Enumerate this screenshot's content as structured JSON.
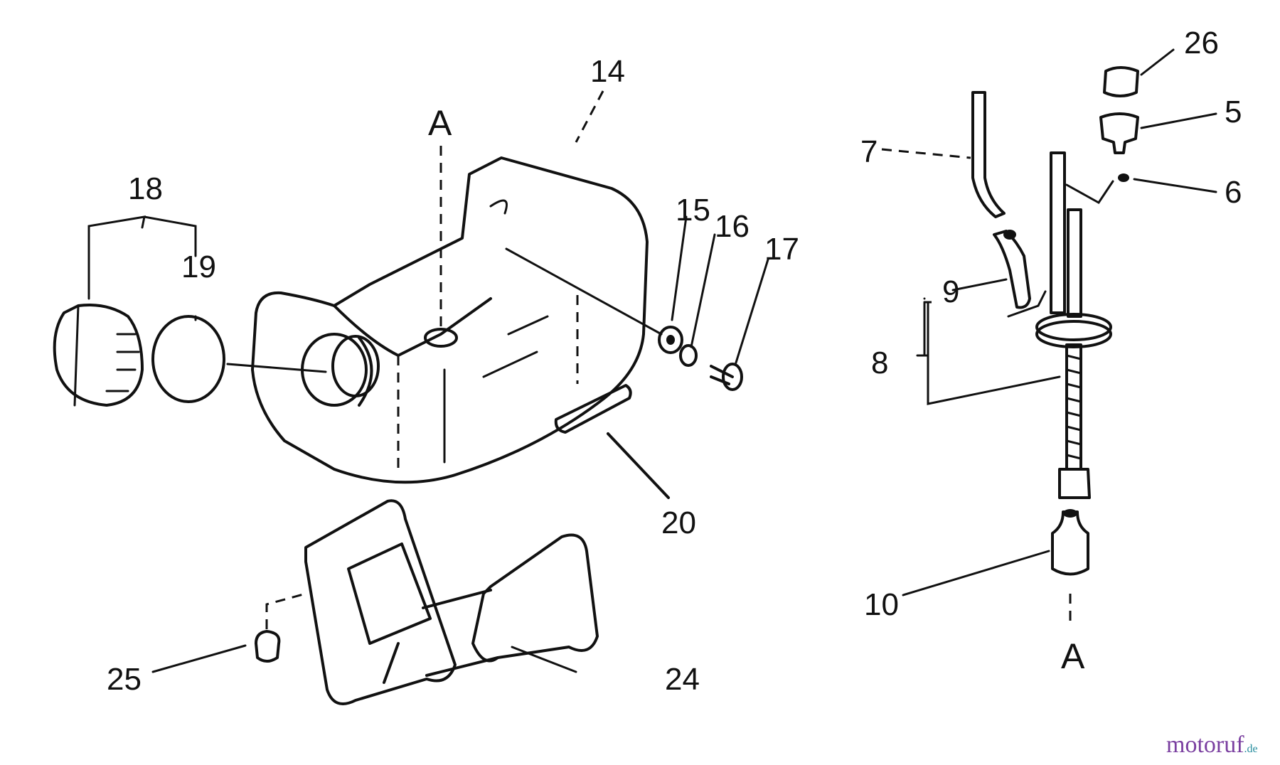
{
  "labels": {
    "p14": "14",
    "a_top": "A",
    "p18": "18",
    "p19": "19",
    "p15": "15",
    "p16": "16",
    "p17": "17",
    "p20": "20",
    "p25": "25",
    "p24": "24",
    "p26": "26",
    "p5": "5",
    "p7": "7",
    "p6": "6",
    "p9": "9",
    "p8": "8",
    "p10": "10",
    "a_bottom": "A"
  },
  "watermark": {
    "main": "motoruf",
    "suffix": ".de"
  },
  "colors": {
    "ink": "#111111",
    "watermark_purple": "#7a3fa0",
    "watermark_orange": "#e08a1e",
    "watermark_teal": "#2a8fa0"
  }
}
